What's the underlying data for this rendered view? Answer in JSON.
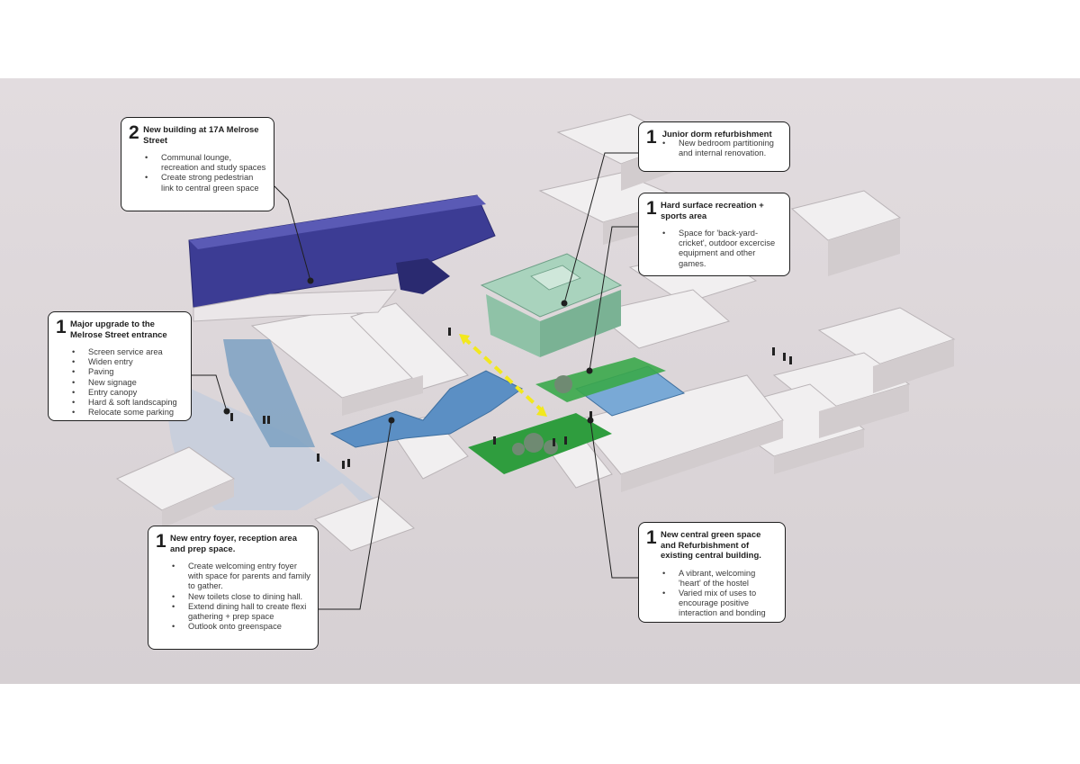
{
  "callouts": [
    {
      "number": "2",
      "title": "New building at 17A Melrose Street",
      "bullets": [
        "Communal lounge, recreation and study spaces",
        "Create strong pedestrian link to central green space"
      ]
    },
    {
      "number": "1",
      "title": "Junior dorm refurbishment",
      "bullets": [
        "New bedroom partitioning and internal renovation."
      ]
    },
    {
      "number": "1",
      "title": "Hard surface recreation + sports area",
      "bullets": [
        "Space for 'back-yard-cricket', outdoor excercise equipment and other games."
      ]
    },
    {
      "number": "1",
      "title": "Major upgrade to the Melrose Street entrance",
      "bullets": [
        "Screen service area",
        "Widen entry",
        "Paving",
        "New signage",
        "Entry canopy",
        "Hard & soft landscaping",
        "Relocate some parking"
      ]
    },
    {
      "number": "1",
      "title": "New entry foyer, reception area and prep space.",
      "bullets": [
        "Create welcoming entry foyer with space for parents and family to gather.",
        "New toilets close to dining hall.",
        "Extend dining hall to create flexi gathering  + prep space",
        "Outlook onto greenspace"
      ]
    },
    {
      "number": "1",
      "title": "New central green space and Refurbishment of existing central building.",
      "bullets": [
        "A vibrant, welcoming 'heart' of the hostel",
        "Varied mix of uses to encourage positive interaction and bonding"
      ]
    }
  ],
  "colors": {
    "background": "#ddd7da",
    "new_building": "#3c3c94",
    "entry_canopy": "#5b8fc4",
    "dorm": "#9fcbb4",
    "green_space": "#2f9d3e",
    "link_arrow": "#f2e81e",
    "callout_border": "#1f1f1f"
  }
}
